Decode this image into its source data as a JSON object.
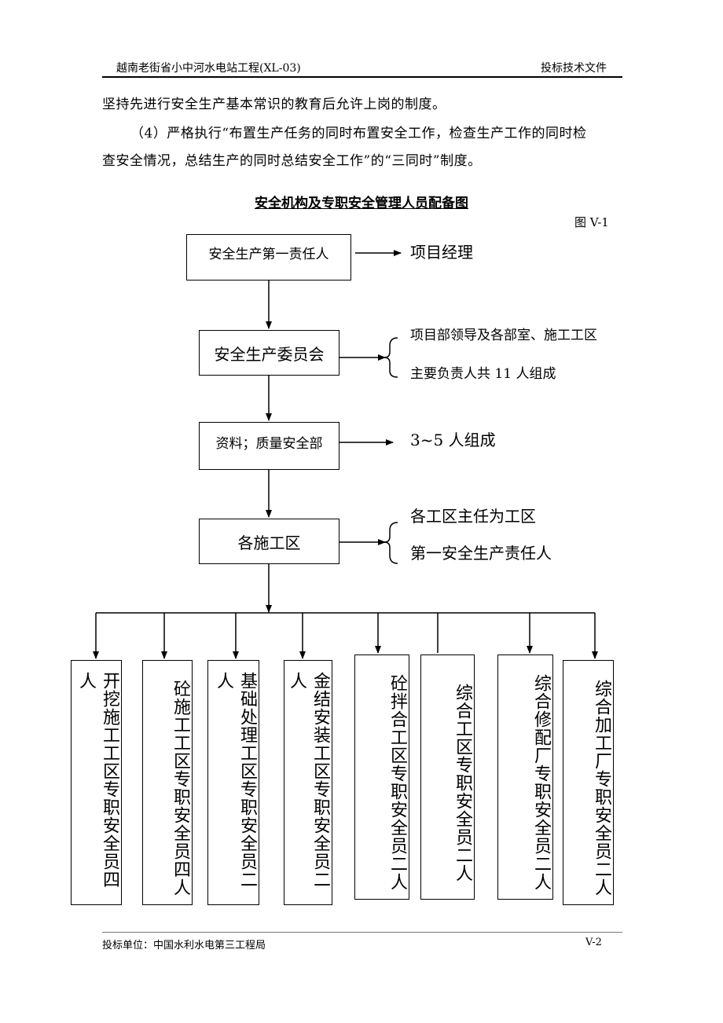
{
  "header": {
    "left": "越南老街省小中河水电站工程(XL-03)",
    "right": "投标技术文件"
  },
  "paragraphs": [
    "坚持先进行安全生产基本常识的教育后允许上岗的制度。",
    "（4）严格执行“布置生产任务的同时布置安全工作，检查生产工作的同时检",
    "查安全情况，总结生产的同时总结安全工作”的“三同时”制度。"
  ],
  "chart": {
    "title": "安全机构及专职安全管理人员配备图",
    "figure_label": "图 V-1",
    "boxes": {
      "b1": "安全生产第一责任人",
      "b2": "安全生产委员会",
      "b3": "资料；质量安全部",
      "b4": "各施工区"
    },
    "notes": {
      "n1": "项目经理",
      "n2a": "项目部领导及各部室、施工工区",
      "n2b": "主要负责人共 11 人组成",
      "n3": "3~5 人组成",
      "n4a": "各工区主任为工区",
      "n4b": "第一安全生产责任人"
    },
    "units": [
      "开挖施工工区专职安全员四人",
      "砼施工工区专职安全员四人",
      "基础处理工区专职安全员二人",
      "金结安装工区专职安全员二人",
      "砼拌合工区专职安全员二人",
      "综合工区专职安全员二人",
      "综合修配厂专职安全员二人",
      "综合加工厂专职安全员二人"
    ]
  },
  "footer": {
    "left": "投标单位：中国水利水电第三工程局",
    "right": "V-2"
  }
}
